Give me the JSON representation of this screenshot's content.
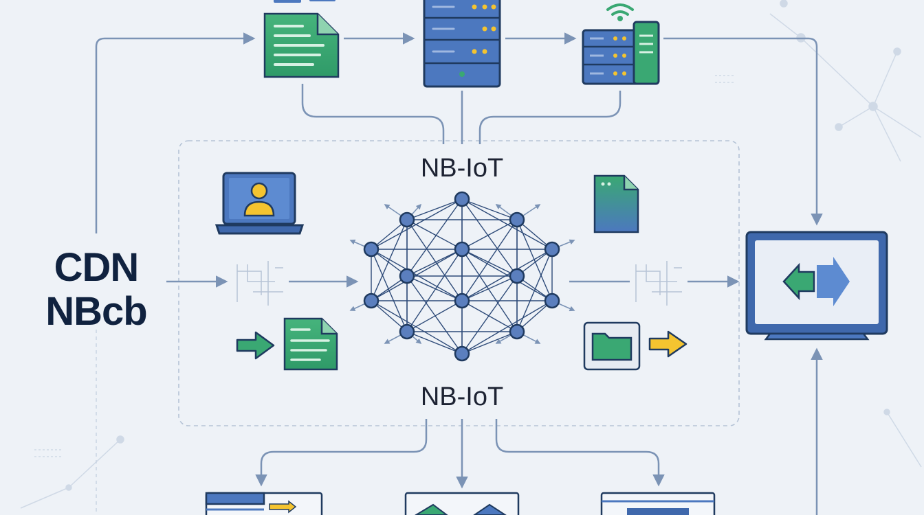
{
  "labels": {
    "cdn_line1": "CDN",
    "cdn_line2": "NBcb",
    "nbiot_top": "NB-IoT",
    "nbiot_bottom": "NB-IoT"
  },
  "colors": {
    "background": "#eef2f7",
    "connector": "#7b93b5",
    "server_blue": "#4c78bf",
    "doc_green": "#3aa873",
    "network_node": "#5b7fbe",
    "accent_yellow": "#f4c430",
    "text_dark": "#10223f"
  },
  "icons": [
    "document-icon",
    "server-rack-icon",
    "wifi-server-icon",
    "laptop-user-icon",
    "network-mesh-icon",
    "file-icon",
    "folder-icon",
    "monitor-icon",
    "arrow-right-icon"
  ]
}
